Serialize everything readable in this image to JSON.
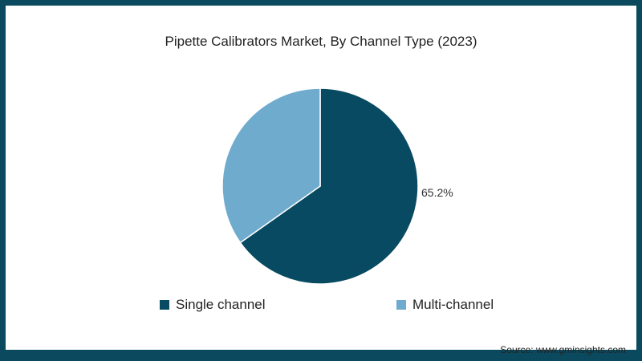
{
  "chart_data": {
    "type": "pie",
    "title": "Pipette Calibrators Market, By Channel Type (2023)",
    "categories": [
      "Single channel",
      "Multi-channel"
    ],
    "values": [
      65.2,
      34.8
    ],
    "colors": [
      "#084a61",
      "#6fabcd"
    ],
    "data_labels": [
      "65.2%",
      ""
    ],
    "legend_position": "bottom"
  },
  "title": "Pipette Calibrators Market, By Channel Type (2023)",
  "slice_label": "65.2%",
  "legend": [
    {
      "label": "Single channel",
      "color": "#084a61"
    },
    {
      "label": "Multi-channel",
      "color": "#6fabcd"
    }
  ],
  "source": "Source: www.gminsights.com"
}
